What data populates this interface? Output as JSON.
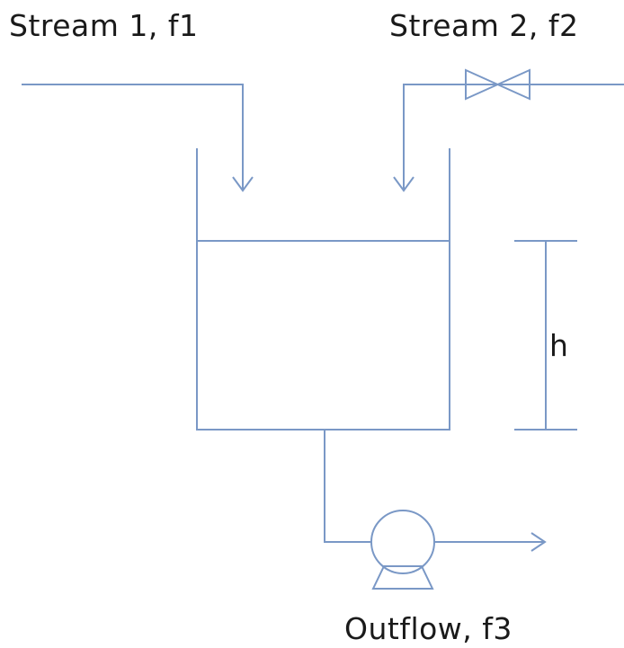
{
  "labels": {
    "stream1": "Stream 1, f1",
    "stream2": "Stream 2, f2",
    "level": "h",
    "outflow": "Outflow, f3"
  },
  "colors": {
    "line": "#7a98c6",
    "text": "#1a1a1a",
    "background": "#ffffff"
  }
}
